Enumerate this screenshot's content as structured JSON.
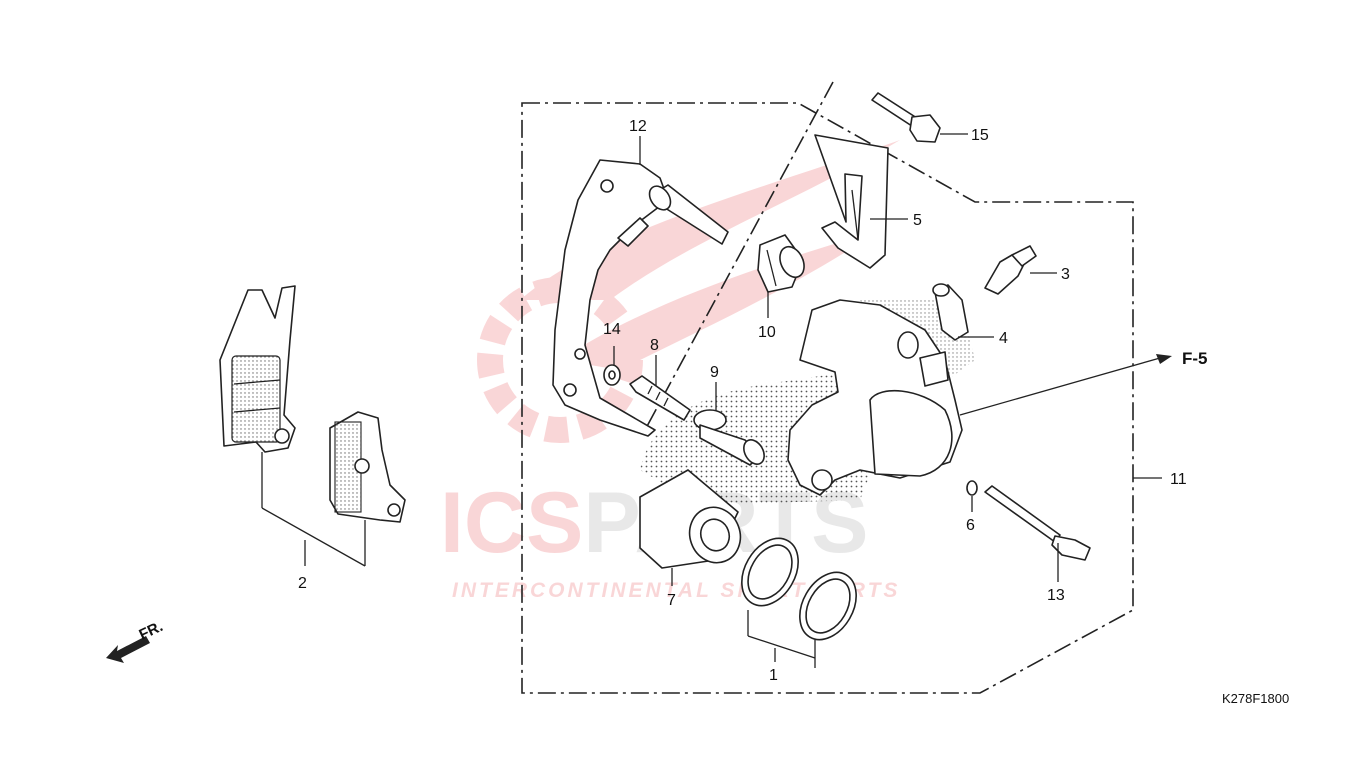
{
  "watermark": {
    "brand": "ICSPARTS",
    "brand_red": "ICS",
    "brand_gray": "PARTS",
    "tagline": "INTERCONTINENTAL SPORT PARTS",
    "red": "#e8474d",
    "gray": "#9a9a9a"
  },
  "callouts": {
    "c1": "1",
    "c2": "2",
    "c3": "3",
    "c4": "4",
    "c5": "5",
    "c6": "6",
    "c7": "7",
    "c8": "8",
    "c9": "9",
    "c10": "10",
    "c11": "11",
    "c12": "12",
    "c13": "13",
    "c14": "14",
    "c15": "15"
  },
  "reference": "F-5",
  "front_marker": "FR.",
  "diagram_code": "K278F1800"
}
